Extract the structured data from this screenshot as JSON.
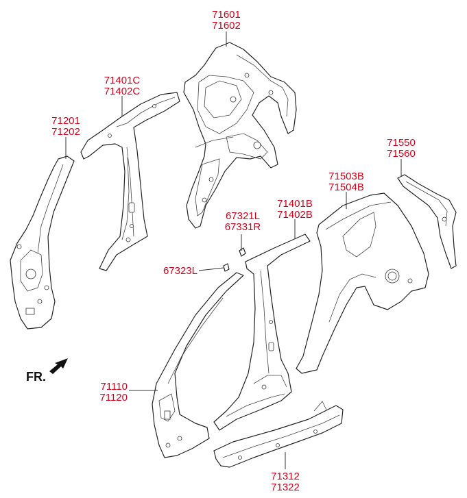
{
  "labels": {
    "p71601": "71601",
    "p71602": "71602",
    "p71401c": "71401C",
    "p71402c": "71402C",
    "p71201": "71201",
    "p71202": "71202",
    "p71550": "71550",
    "p71560": "71560",
    "p71503b": "71503B",
    "p71504b": "71504B",
    "p71401b": "71401B",
    "p71402b": "71402B",
    "p67321l": "67321L",
    "p67331r": "67331R",
    "p67323l": "67323L",
    "p71110": "71110",
    "p71120": "71120",
    "p71312": "71312",
    "p71322": "71322",
    "fr": "FR."
  },
  "colors": {
    "label": "#d0021b",
    "line": "#222222",
    "arrow": "#111111"
  },
  "icons": {
    "forward_direction": "forward-arrow-icon"
  }
}
